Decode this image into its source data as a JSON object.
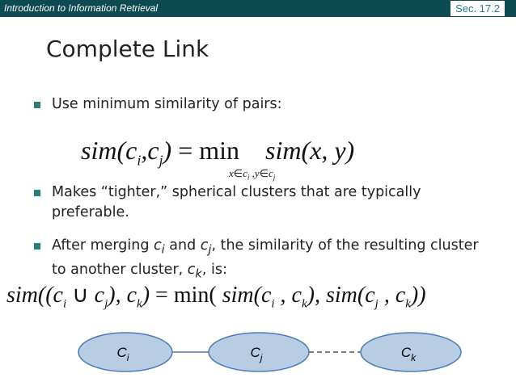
{
  "header": {
    "course": "Introduction to Information Retrieval",
    "section": "Sec. 17.2"
  },
  "title": "Complete Link",
  "bullets": [
    "Use minimum similarity of pairs:",
    "Makes “tighter,” spherical clusters that are typically preferable.",
    "After merging c_i and c_j, the similarity of the resulting cluster to another cluster, c_k, is:"
  ],
  "diagram": {
    "nodes": [
      "C_i",
      "C_j",
      "C_k"
    ],
    "node_fill": "#b8cce4",
    "node_stroke": "#4a7ab5"
  },
  "colors": {
    "header_bg": "#0d4a52",
    "bullet": "#2e7d7d"
  }
}
